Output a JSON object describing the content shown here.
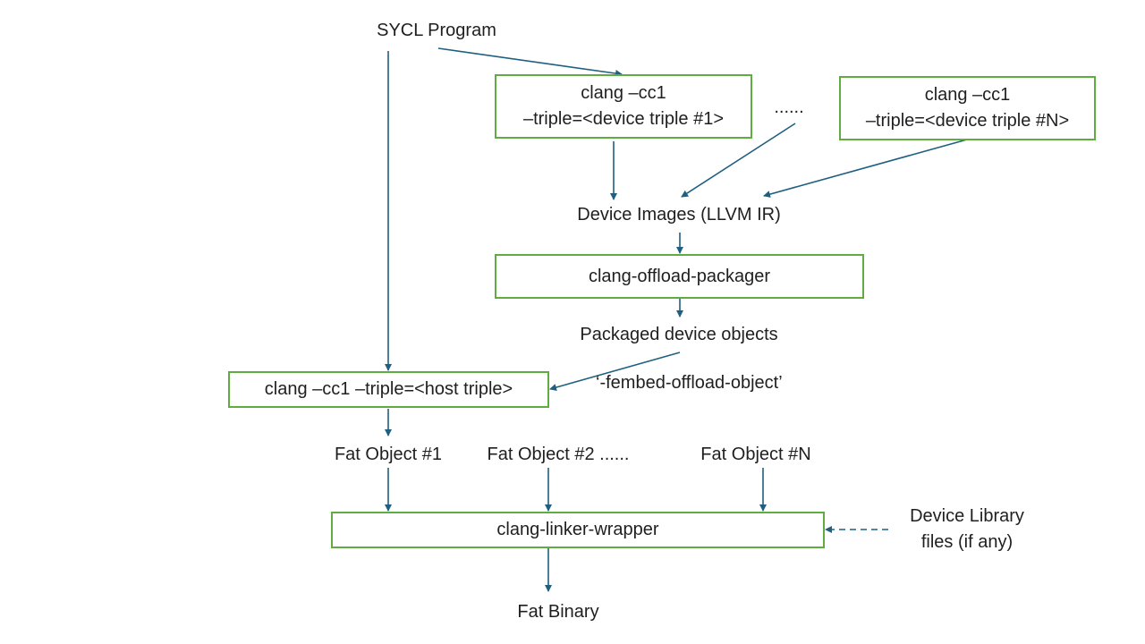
{
  "diagram": {
    "nodes": {
      "sycl_program": "SYCL Program",
      "device_compile_first": {
        "line1": "clang –cc1",
        "line2": "–triple=<device triple #1>"
      },
      "ellipsis_top": "......",
      "device_compile_last": {
        "line1": "clang –cc1",
        "line2": "–triple=<device triple #N>"
      },
      "device_images": "Device Images (LLVM IR)",
      "offload_packager": "clang-offload-packager",
      "packaged_objects": "Packaged device objects",
      "host_compile": "clang –cc1 –triple=<host triple>",
      "embed_option": "‘-fembed-offload-object’",
      "fat_object_1": "Fat Object #1",
      "fat_object_2": "Fat Object #2 ......",
      "fat_object_n": "Fat Object #N",
      "linker_wrapper": "clang-linker-wrapper",
      "device_library": {
        "line1": "Device Library",
        "line2": "files (if any)"
      },
      "fat_binary": "Fat Binary"
    },
    "colors": {
      "box_border": "#5fad41",
      "arrow": "#1f5f80",
      "text": "#1f1f1f"
    }
  }
}
